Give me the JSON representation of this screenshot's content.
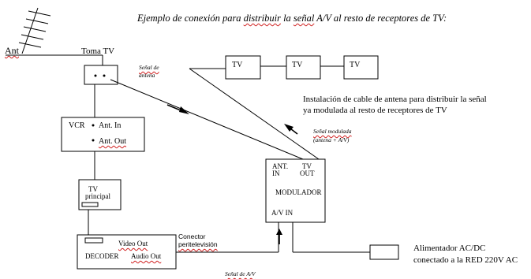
{
  "title": {
    "pre": "Ejemplo de conexión para ",
    "sq": "distribuir",
    "mid": " la ",
    "sq2": "señal",
    "post": " A/V al resto de receptores de TV:"
  },
  "labels": {
    "ant": "Ant",
    "toma_tv": "Toma TV",
    "senal_antena_1": "Señal de",
    "senal_antena_2": "antena",
    "tv1": "TV",
    "tv2": "TV",
    "tv3": "TV",
    "instalacion_1": "Instalación de cable de antena para distribuir la señal",
    "instalacion_2": "ya modulada al resto de receptores de TV",
    "vcr": "VCR",
    "ant_in": "Ant. In",
    "ant_out": "Ant. Out",
    "senal_modulada_1": "Señal modulada",
    "senal_modulada_2": "(antena + A/V)",
    "tv_principal_1": "TV",
    "tv_principal_2": "principal",
    "mod_ant": "ANT.",
    "mod_in": "IN",
    "mod_tv": "TV",
    "mod_out": "OUT",
    "modulador": "MODULADOR",
    "av_in": "A/V IN",
    "video_out": "Video Out",
    "decoder": "DECODER",
    "audio_out": "Audio Out",
    "conector_1": "Conector",
    "conector_2": "peritelevisión",
    "alimentador_1": "Alimentador AC/DC",
    "alimentador_2": "conectado a la RED 220V AC",
    "senal_av": "Señal de A/V"
  }
}
